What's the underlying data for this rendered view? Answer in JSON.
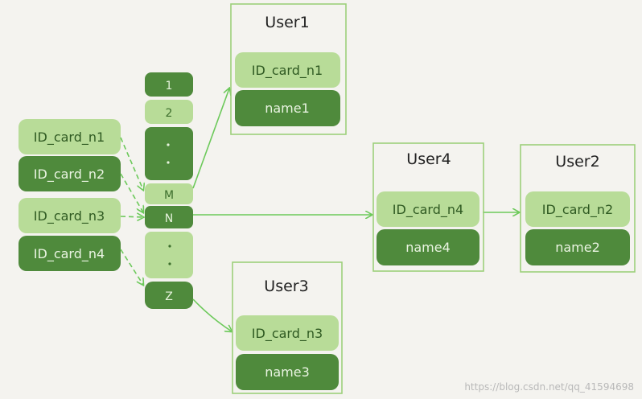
{
  "colors": {
    "light_green": "#b8dc98",
    "dark_green": "#4f8a3c",
    "box_border": "#9cd07a",
    "arrow": "#6cc95a",
    "background": "#f4f3ef"
  },
  "index_column": [
    {
      "label": "ID_card_n1",
      "style": "light"
    },
    {
      "label": "ID_card_n2",
      "style": "dark"
    },
    {
      "label": "ID_card_n3",
      "style": "light"
    },
    {
      "label": "ID_card_n4",
      "style": "dark"
    }
  ],
  "hash_slots": [
    {
      "label": "1",
      "style": "dark"
    },
    {
      "label": "2",
      "style": "light"
    },
    {
      "label": "·\n·",
      "style": "dark"
    },
    {
      "label": "M",
      "style": "light"
    },
    {
      "label": "N",
      "style": "dark"
    },
    {
      "label": "·\n·",
      "style": "light"
    },
    {
      "label": "Z",
      "style": "dark"
    }
  ],
  "users": {
    "user1": {
      "title": "User1",
      "id": "ID_card_n1",
      "name": "name1"
    },
    "user2": {
      "title": "User2",
      "id": "ID_card_n2",
      "name": "name2"
    },
    "user3": {
      "title": "User3",
      "id": "ID_card_n3",
      "name": "name3"
    },
    "user4": {
      "title": "User4",
      "id": "ID_card_n4",
      "name": "name4"
    }
  },
  "watermark": "https://blog.csdn.net/qq_41594698"
}
